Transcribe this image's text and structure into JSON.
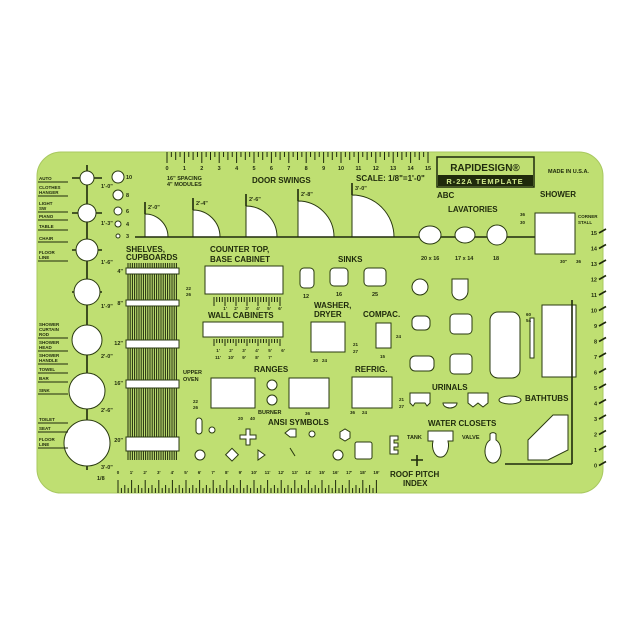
{
  "colors": {
    "plate": "#bfdf72",
    "ink": "#1f2a0c",
    "cutout": "#ffffff"
  },
  "brand": {
    "name": "RAPIDESIGN®",
    "model": "R-22A  TEMPLATE",
    "made_in": "MADE IN U.S.A."
  },
  "top_ruler": {
    "numbers": [
      "0",
      "1",
      "2",
      "3",
      "4",
      "5",
      "6",
      "7",
      "8",
      "9",
      "10",
      "11",
      "12",
      "13",
      "14",
      "15"
    ],
    "note1": "16\" SPACING",
    "note2": "4\" MODULES",
    "scale": "SCALE: 1/8\"=1'-0\""
  },
  "door_swings": {
    "title": "DOOR   SWINGS",
    "sizes": [
      "2'-0\"",
      "2'-4\"",
      "2'-6\"",
      "2'-8\"",
      "3'-0\""
    ]
  },
  "lavatories": {
    "title": "LAVATORIES",
    "abc": "ABC",
    "sizes": [
      "20 x 16",
      "17 x 14",
      "18"
    ]
  },
  "shower": {
    "title": "SHOWER",
    "corner": "CORNER",
    "stall": "STALL",
    "dims": [
      "36",
      "30",
      "30\"",
      "36"
    ]
  },
  "right_ruler": {
    "numbers": [
      "15",
      "14",
      "13",
      "12",
      "11",
      "10",
      "9",
      "8",
      "7",
      "6",
      "5",
      "4",
      "3",
      "2",
      "1",
      "0"
    ]
  },
  "left_labels": [
    "AUTO",
    "CLOTHES HANGER",
    "LIGHT SW",
    "PIANO",
    "TABLE",
    "CHAIR",
    "FLOOR LINE",
    "SHOWER CURTAIN ROD",
    "SHOWER HEAD",
    "SHOWER HANDLE",
    "TOWEL",
    "BAR",
    "SINK",
    "TOILET",
    "SEAT",
    "FLOOR LINE"
  ],
  "circle_sizes": [
    "1'-0\"",
    "1'-3\"",
    "1'-6\"",
    "1'-9\"",
    "2'-0\"",
    "2'-6\"",
    "3'-0\""
  ],
  "small_circles": [
    "10",
    "8",
    "6",
    "4",
    "3"
  ],
  "shelves": {
    "title1": "SHELVES,",
    "title2": "CUPBOARDS",
    "depths": [
      "4\"",
      "8\"",
      "12\"",
      "16\"",
      "20\""
    ]
  },
  "counter": {
    "title1": "COUNTER TOP,",
    "title2": "BASE CABINET",
    "dims": [
      "22",
      "26"
    ],
    "ruler": [
      "1'",
      "2'",
      "3'",
      "4'",
      "5'",
      "6'"
    ]
  },
  "wall_cabinets": {
    "title": "WALL CABINETS",
    "row1": [
      "1'",
      "2'",
      "3'",
      "4'",
      "5'",
      "6'"
    ],
    "row2": [
      "11'",
      "10'",
      "9'",
      "8'",
      "7'"
    ]
  },
  "sinks": {
    "title": "SINKS",
    "sizes": [
      "12",
      "16",
      "25"
    ]
  },
  "washer": {
    "title1": "WASHER,",
    "title2": "DRYER",
    "dims": [
      "30",
      "24",
      "21",
      "27"
    ]
  },
  "compac": {
    "title": "COMPAC.",
    "dims": [
      "24",
      "15"
    ]
  },
  "ranges": {
    "title": "RANGES",
    "upper": "UPPER",
    "oven": "OVEN",
    "burner": "BURNER",
    "dims": [
      "22",
      "26",
      "20",
      "40",
      "36"
    ]
  },
  "refrig": {
    "title": "REFRIG.",
    "dims": [
      "21",
      "27",
      "36",
      "24"
    ]
  },
  "ansi": {
    "title": "ANSI SYMBOLS"
  },
  "urinals": {
    "title": "URINALS"
  },
  "bathtubs": {
    "title": "BATHTUBS",
    "dims": [
      "60",
      "54"
    ]
  },
  "water_closets": {
    "title": "WATER CLOSETS",
    "tank": "TANK",
    "valve": "VALVE"
  },
  "roof": {
    "line1": "ROOF PITCH",
    "line2": "INDEX"
  },
  "bottom_ruler": {
    "fraction": "1/8",
    "numbers": [
      "0",
      "1'",
      "2'",
      "3'",
      "4'",
      "5'",
      "6'",
      "7'",
      "8'",
      "9'",
      "10'",
      "11'",
      "12'",
      "13'",
      "14'",
      "15'",
      "16'",
      "17'",
      "18'",
      "19'"
    ]
  }
}
